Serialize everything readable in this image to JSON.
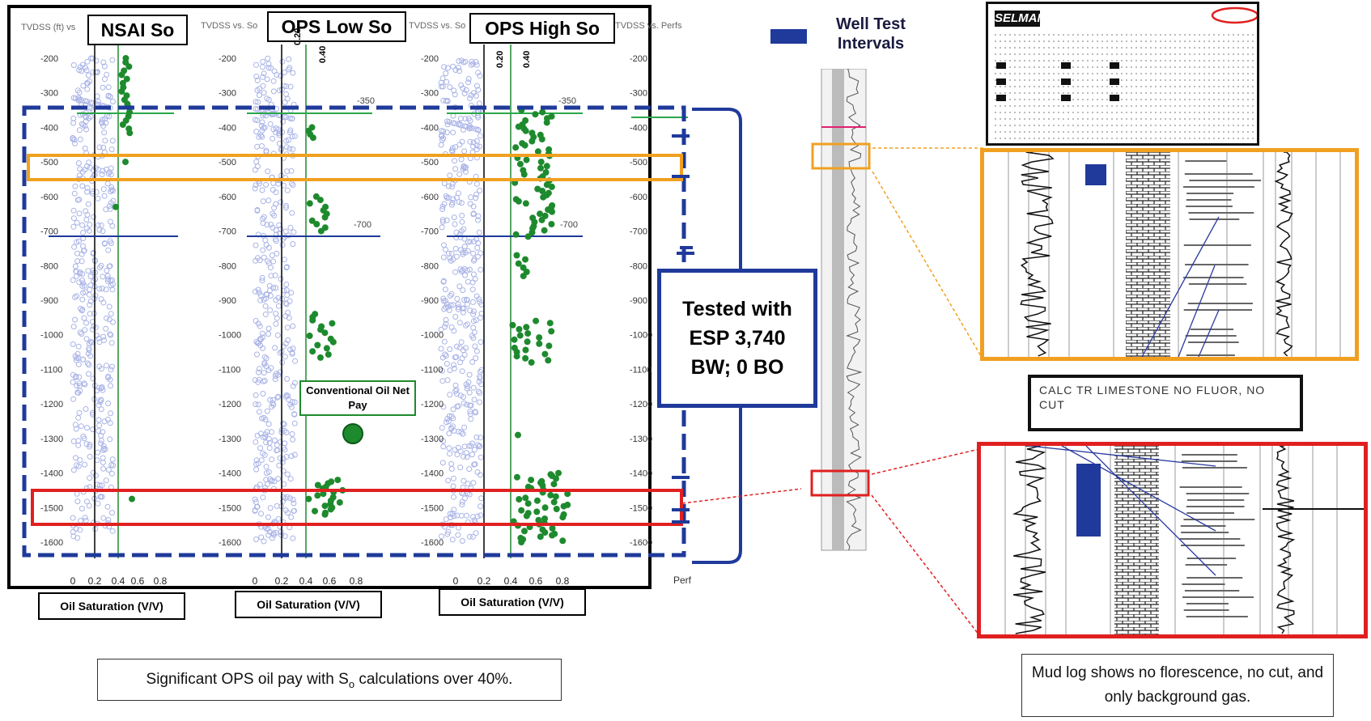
{
  "log_panel": {
    "tracks": [
      {
        "title": "NSAI So",
        "header_left": "TVDSS (ft) vs"
      },
      {
        "title": "OPS Low So",
        "header_left": "TVDSS vs. So"
      },
      {
        "title": "OPS High So",
        "header_left": "TVDSS vs. So"
      }
    ],
    "right_header": "TVDSS vs. Perfs",
    "depth_labels": [
      "-200",
      "-300",
      "-400",
      "-500",
      "-600",
      "-700",
      "-800",
      "-900",
      "-1000",
      "-1100",
      "-1200",
      "-1300",
      "-1400",
      "-1500",
      "-1600"
    ],
    "cutoff_labels": [
      "0.20",
      "0.40"
    ],
    "inline_depths": [
      "-350",
      "-700"
    ],
    "x_ticks": [
      "0",
      "0.2",
      "0.4",
      "0.6",
      "0.8"
    ],
    "x_axis_label": "Oil Saturation (V/V)",
    "perf_label": "Perf",
    "pay_label": "Conventional Oil Net Pay",
    "colors": {
      "pay": "#1e8a2e",
      "gamma": "#a9b3e6",
      "zone_orange": "#f0a020",
      "zone_red": "#e02020",
      "test_blue": "#1f3a9a"
    }
  },
  "legend": {
    "label": "Well Test Intervals"
  },
  "callout": {
    "text": "Tested with ESP 3,740 BW; 0 BO"
  },
  "mud_log": {
    "company": "SELMAN",
    "note": "CALC TR LIMESTONE NO FLUOR, NO CUT"
  },
  "captions": {
    "left": "Significant OPS oil pay with S",
    "left_sub": "o",
    "left_tail": " calculations over 40%.",
    "right": "Mud log shows no florescence, no cut, and only background gas."
  }
}
